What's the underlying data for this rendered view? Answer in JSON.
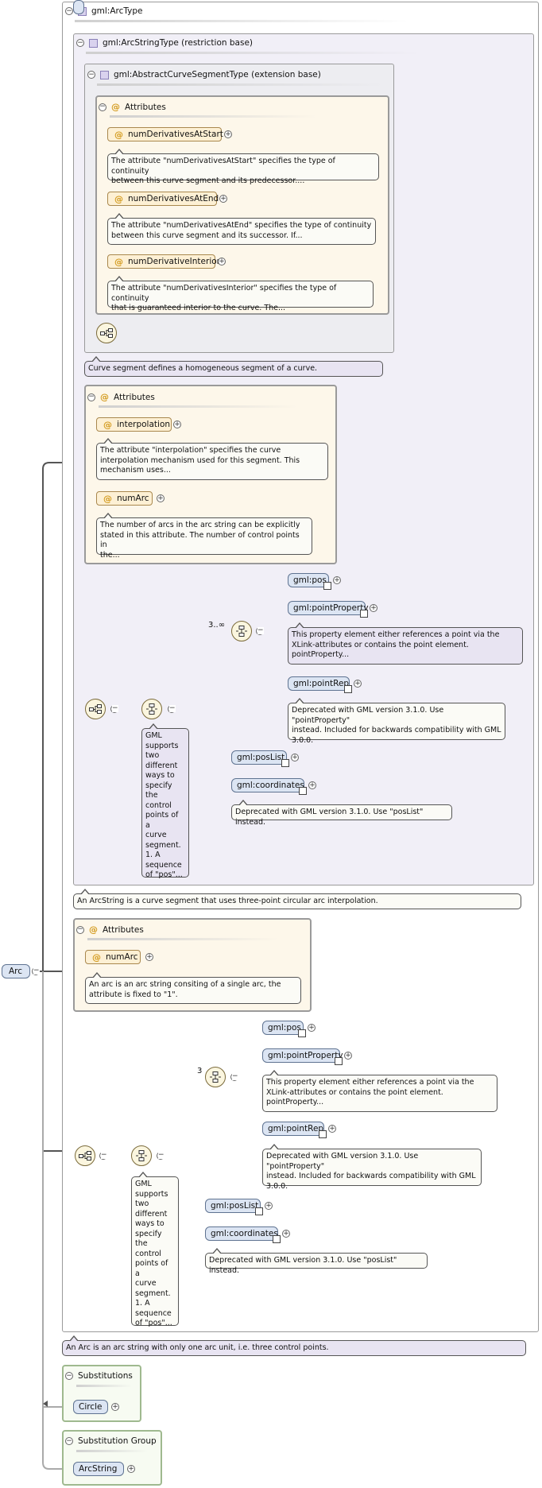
{
  "root": {
    "label": "Arc"
  },
  "arc_type": {
    "title": "gml:ArcType",
    "note": "An Arc is an arc string with only one arc unit, i.e. three control points."
  },
  "arc_string_type": {
    "title": "gml:ArcStringType (restriction base)",
    "note": "An ArcString is a curve segment that uses three-point circular arc interpolation."
  },
  "abstract_curve": {
    "title": "gml:AbstractCurveSegmentType (extension base)",
    "note": "Curve segment defines a homogeneous segment of a curve.",
    "attributes_title": "Attributes",
    "attributes": [
      {
        "name": "numDerivativesAtStart",
        "note_lines": [
          "The attribute \"numDerivativesAtStart\" specifies the type of continuity",
          "between this curve segment and its predecessor...."
        ]
      },
      {
        "name": "numDerivativesAtEnd",
        "note_lines": [
          "The attribute \"numDerivativesAtEnd\" specifies the type of continuity",
          "between this curve segment and its successor. If..."
        ]
      },
      {
        "name": "numDerivativeInterior",
        "note_lines": [
          "The attribute \"numDerivativesInterior\" specifies the type of continuity",
          "that is guaranteed interior to the curve. The..."
        ]
      }
    ]
  },
  "arc_string_attrs": {
    "title": "Attributes",
    "attributes": [
      {
        "name": "interpolation",
        "note_lines": [
          "The attribute \"interpolation\" specifies the curve",
          "interpolation mechanism used for this segment. This",
          "mechanism uses..."
        ]
      },
      {
        "name": "numArc",
        "note_lines": [
          "The number of arcs in the arc string can be explicitly",
          "stated in this attribute. The number of control points in",
          "the..."
        ]
      }
    ]
  },
  "upper_seq": {
    "occurrence": "3..∞",
    "choice_note_lines": [
      "GML",
      "supports",
      "two",
      "different",
      "ways to",
      "specify the",
      "control",
      "points of a",
      "curve",
      "segment.",
      "1. A",
      "sequence",
      "of \"pos\"..."
    ],
    "pos": "gml:pos",
    "point_property": "gml:pointProperty",
    "point_property_note_lines": [
      "This property element either references a point via the",
      "XLink-attributes or contains the point element.",
      "pointProperty..."
    ],
    "point_rep": "gml:pointRep",
    "point_rep_note_lines": [
      "Deprecated with GML version 3.1.0. Use \"pointProperty\"",
      "instead. Included for backwards compatibility with GML",
      "3.0.0."
    ],
    "pos_list": "gml:posList",
    "coordinates": "gml:coordinates",
    "coordinates_note": "Deprecated with GML version 3.1.0. Use \"posList\" instead."
  },
  "arc_attrs": {
    "title": "Attributes",
    "attribute": "numArc",
    "note_lines": [
      "An arc is an arc string consiting of a single arc, the",
      "attribute is fixed to \"1\"."
    ]
  },
  "lower_seq": {
    "occurrence": "3",
    "choice_note_lines": [
      "GML",
      "supports",
      "two",
      "different",
      "ways to",
      "specify the",
      "control",
      "points of a",
      "curve",
      "segment.",
      "1. A",
      "sequence",
      "of \"pos\"..."
    ],
    "pos": "gml:pos",
    "point_property": "gml:pointProperty",
    "point_property_note_lines": [
      "This property element either references a point via the",
      "XLink-attributes or contains the point element.",
      "pointProperty..."
    ],
    "point_rep": "gml:pointRep",
    "point_rep_note_lines": [
      "Deprecated with GML version 3.1.0. Use \"pointProperty\"",
      "instead. Included for backwards compatibility with GML",
      "3.0.0."
    ],
    "pos_list": "gml:posList",
    "coordinates": "gml:coordinates",
    "coordinates_note": "Deprecated with GML version 3.1.0. Use \"posList\" instead."
  },
  "substitutions": {
    "title": "Substitutions",
    "item": "Circle"
  },
  "substitution_group": {
    "title": "Substitution Group",
    "item": "ArcString"
  }
}
